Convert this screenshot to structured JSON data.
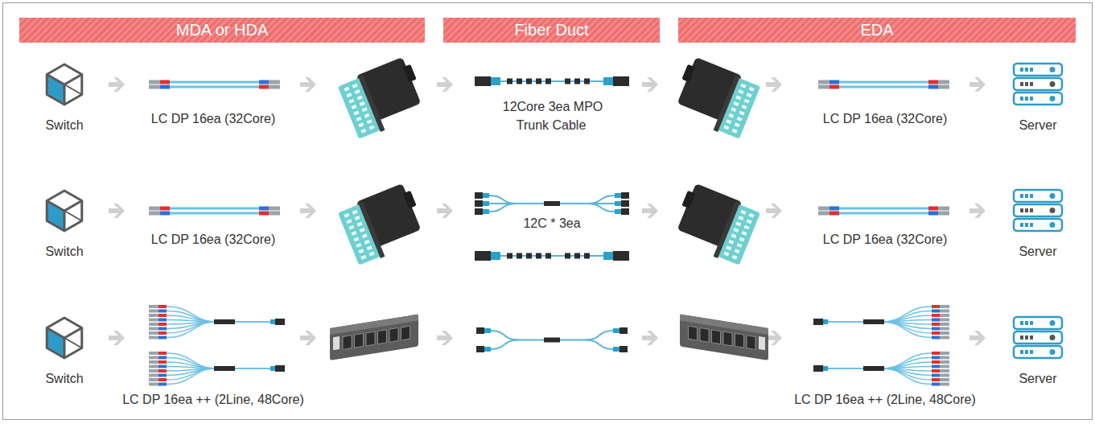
{
  "diagram": {
    "nodes": [
      {
        "text": [
          "MDA or HDA"
        ]
      },
      {
        "text": [
          "Fiber Duct"
        ]
      },
      {
        "text": [
          "EDA"
        ]
      },
      {
        "text": [
          "Switch"
        ]
      },
      {
        "text": [
          "Server"
        ]
      },
      {
        "text": [
          "Switch"
        ]
      },
      {
        "text": [
          "Server"
        ]
      },
      {
        "text": [
          "Switch"
        ]
      },
      {
        "text": [
          "Server"
        ]
      }
    ],
    "labels": [
      "LC DP 16ea (32Core)",
      "12Core 3ea MPO Trunk Cable",
      "LC DP 16ea (32Core)",
      "LC DP 16ea (32Core)",
      "12C * 3ea",
      "LC DP 16ea (32Core)",
      "LC DP 16ea ++ (2Line, 48Core)",
      "LC DP 16ea ++ (2Line, 48Core)"
    ]
  }
}
